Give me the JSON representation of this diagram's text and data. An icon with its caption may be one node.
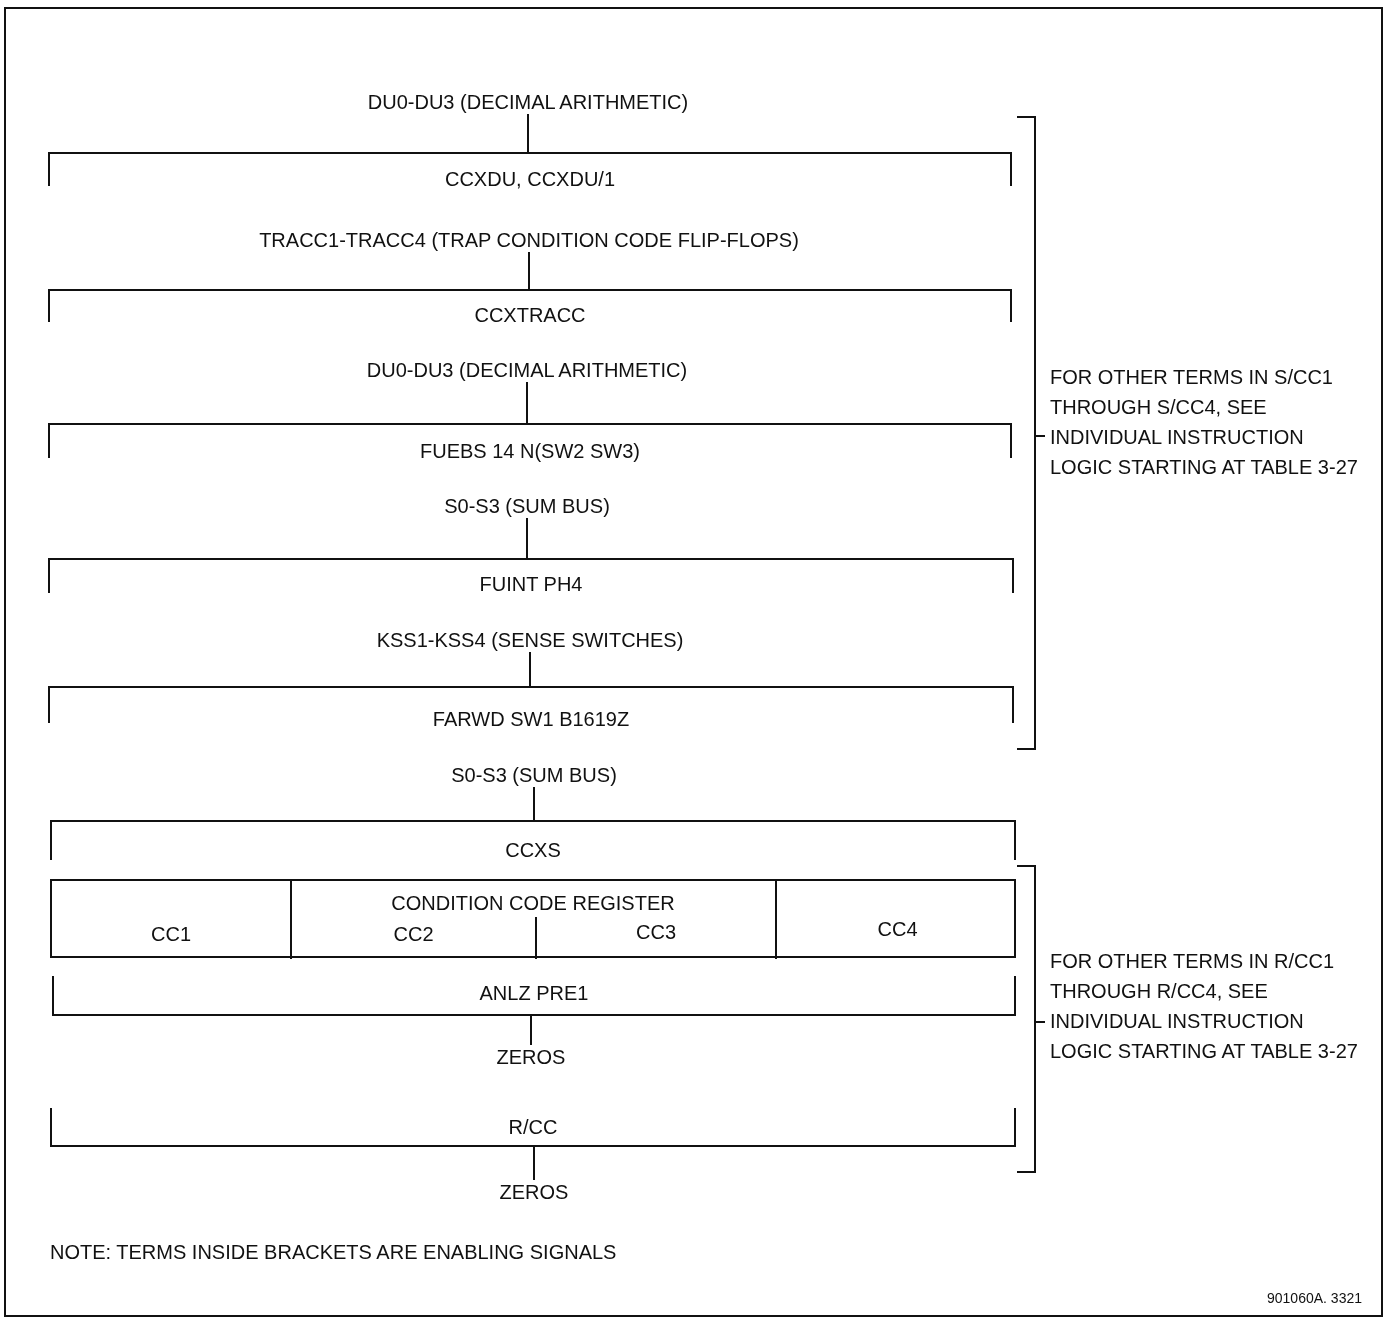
{
  "diagram": {
    "nodes": [
      {
        "text": [
          "DU0-DU3 (DECIMAL ARITHMETIC)"
        ]
      },
      {
        "text": [
          "CCXDU, CCXDU/1"
        ]
      },
      {
        "text": [
          "TRACC1-TRACC4 (TRAP CONDITION CODE FLIP-FLOPS)"
        ]
      },
      {
        "text": [
          "CCXTRACC"
        ]
      },
      {
        "text": [
          "DU0-DU3 (DECIMAL ARITHMETIC)"
        ]
      },
      {
        "text": [
          "FUEBS 14 N(SW2 SW3)"
        ]
      },
      {
        "text": [
          "S0-S3 (SUM BUS)"
        ]
      },
      {
        "text": [
          "FUINT PH4"
        ]
      },
      {
        "text": [
          "KSS1-KSS4 (SENSE SWITCHES)"
        ]
      },
      {
        "text": [
          "FARWD SW1 B1619Z"
        ]
      },
      {
        "text": [
          "S0-S3 (SUM BUS)"
        ]
      },
      {
        "text": [
          "CCXS"
        ]
      },
      {
        "text": [
          "CONDITION CODE REGISTER"
        ]
      },
      {
        "text": [
          "CC1"
        ],
        "in": 12
      },
      {
        "text": [
          "CC2"
        ],
        "in": 12
      },
      {
        "text": [
          "CC3"
        ],
        "in": 12
      },
      {
        "text": [
          "CC4"
        ],
        "in": 12
      },
      {
        "text": [
          "ANLZ PRE1"
        ]
      },
      {
        "text": [
          "ZEROS"
        ]
      },
      {
        "text": [
          "R/CC"
        ]
      },
      {
        "text": [
          "ZEROS"
        ]
      }
    ],
    "edges": [
      {
        "from": 0,
        "to": 1,
        "arrow": "none"
      },
      {
        "from": 2,
        "to": 3,
        "arrow": "none"
      },
      {
        "from": 4,
        "to": 5,
        "arrow": "none"
      },
      {
        "from": 6,
        "to": 7,
        "arrow": "none"
      },
      {
        "from": 8,
        "to": 9,
        "arrow": "none"
      },
      {
        "from": 10,
        "to": 11,
        "arrow": "none"
      },
      {
        "from": 17,
        "to": 18,
        "arrow": "none"
      },
      {
        "from": 19,
        "to": 20,
        "arrow": "none"
      }
    ],
    "labels": [
      "FOR OTHER TERMS IN S/CC1 THROUGH S/CC4, SEE INDIVIDUAL INSTRUCTION LOGIC STARTING AT TABLE 3-27",
      "FOR OTHER TERMS IN R/CC1 THROUGH R/CC4, SEE INDIVIDUAL INSTRUCTION LOGIC STARTING AT TABLE 3-27",
      "NOTE: TERMS INSIDE BRACKETS ARE ENABLING SIGNALS",
      "901060A. 3321"
    ]
  }
}
